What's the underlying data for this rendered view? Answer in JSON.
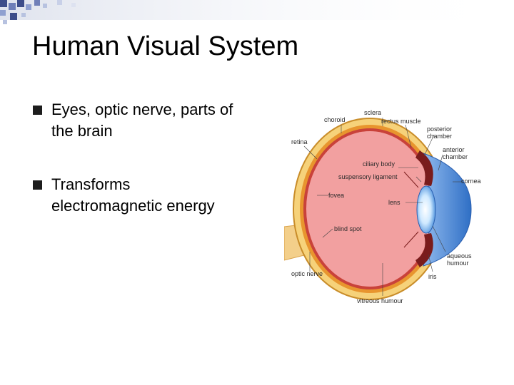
{
  "slide": {
    "title": "Human Visual System",
    "bullets": [
      {
        "lines": [
          "Eyes, optic nerve, parts of",
          "the brain"
        ]
      },
      {
        "lines": [
          "Transforms",
          "electromagnetic energy"
        ]
      }
    ]
  },
  "diagram": {
    "labels": {
      "choroid": "choroid",
      "sclera": "sclera",
      "rectus_muscle": "rectus muscle",
      "posterior_chamber_1": "posterior",
      "posterior_chamber_2": "chamber",
      "retina": "retina",
      "anterior_chamber_1": "anterior",
      "anterior_chamber_2": "chamber",
      "ciliary_body": "ciliary body",
      "suspensory_ligament": "suspensory ligament",
      "cornea": "cornea",
      "fovea": "fovea",
      "lens": "lens",
      "blind_spot": "blind spot",
      "aqueous_humour_1": "aqueous",
      "aqueous_humour_2": "humour",
      "optic_nerve": "optic nerve",
      "iris": "iris",
      "vitreous_humour": "vitreous humour"
    }
  }
}
